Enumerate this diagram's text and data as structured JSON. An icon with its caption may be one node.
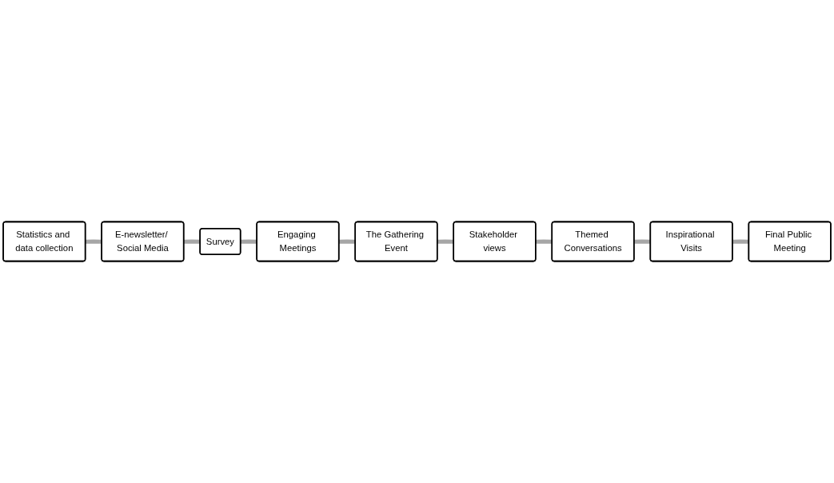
{
  "diagram": {
    "nodes": [
      {
        "text": [
          "Statistics and data collection"
        ]
      },
      {
        "text": [
          "Stakeholder views"
        ]
      },
      {
        "text": [
          "Themed Conversations"
        ]
      },
      {
        "text": [
          "E-newsletter/ Social Media"
        ]
      },
      {
        "text": [
          "The Gathering Event"
        ]
      },
      {
        "text": [
          "Inspirational Visits"
        ]
      },
      {
        "text": [
          "Survey"
        ]
      },
      {
        "text": [
          "Engaging Meetings"
        ]
      },
      {
        "text": [
          "Final Public Meeting"
        ]
      }
    ],
    "edges": [
      {
        "from": 0,
        "to": 3,
        "arrow": "none"
      },
      {
        "from": 3,
        "to": 6,
        "arrow": "none"
      },
      {
        "from": 6,
        "to": 7,
        "arrow": "none"
      },
      {
        "from": 7,
        "to": 4,
        "arrow": "none"
      },
      {
        "from": 4,
        "to": 1,
        "arrow": "none"
      },
      {
        "from": 1,
        "to": 2,
        "arrow": "none"
      },
      {
        "from": 2,
        "to": 5,
        "arrow": "none"
      },
      {
        "from": 5,
        "to": 8,
        "arrow": "none"
      }
    ]
  }
}
